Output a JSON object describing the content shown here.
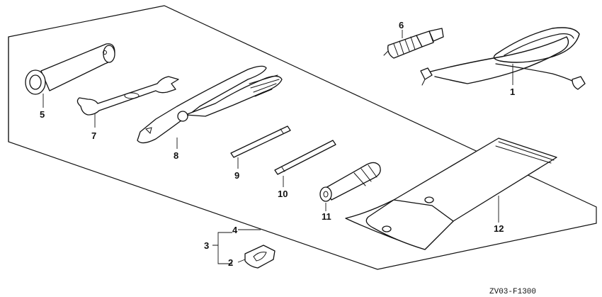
{
  "diagram": {
    "drawing_code": "ZV03-F1300",
    "callouts": {
      "p1": "1",
      "p2": "2",
      "p3": "3",
      "p4": "4",
      "p5": "5",
      "p6": "6",
      "p7": "7",
      "p8": "8",
      "p9": "9",
      "p10": "10",
      "p11": "11",
      "p12": "12"
    }
  }
}
